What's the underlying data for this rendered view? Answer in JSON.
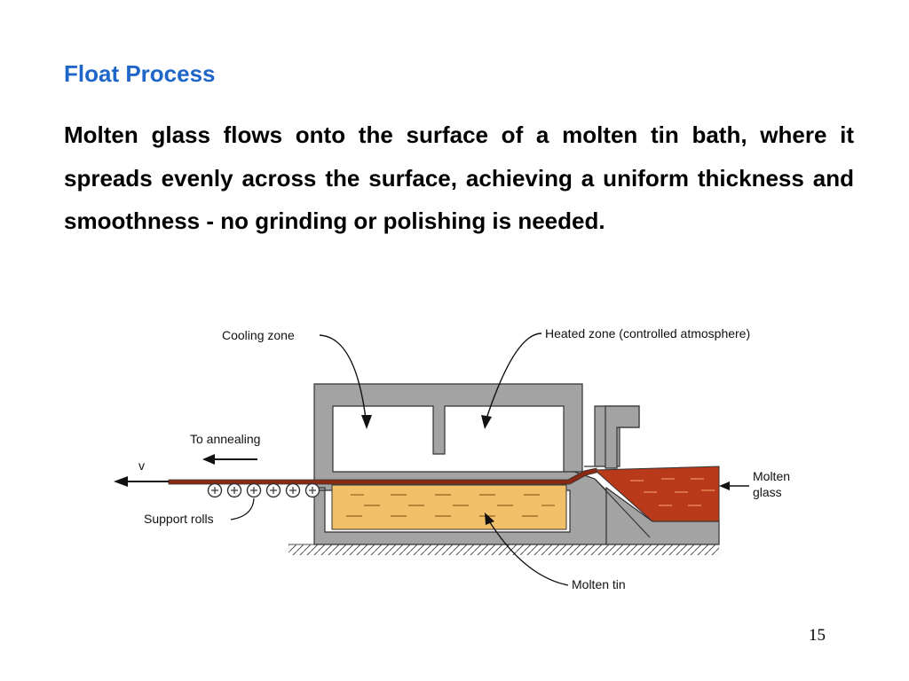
{
  "slide": {
    "title": "Float Process",
    "body": "Molten glass flows onto the surface of a molten tin bath, where it spreads evenly across the surface, achieving a uniform thickness and smoothness - no grinding or polishing is needed.",
    "page_number": "15"
  },
  "diagram": {
    "labels": {
      "cooling_zone": "Cooling zone",
      "heated_zone": "Heated zone (controlled atmosphere)",
      "to_annealing": "To annealing",
      "v": "v",
      "support_rolls": "Support rolls",
      "molten_glass_line1": "Molten",
      "molten_glass_line2": "glass",
      "molten_tin": "Molten tin"
    },
    "colors": {
      "housing": "#a3a3a3",
      "tin": "#f2c068",
      "glass": "#b83a1a",
      "outline": "#333333"
    }
  }
}
